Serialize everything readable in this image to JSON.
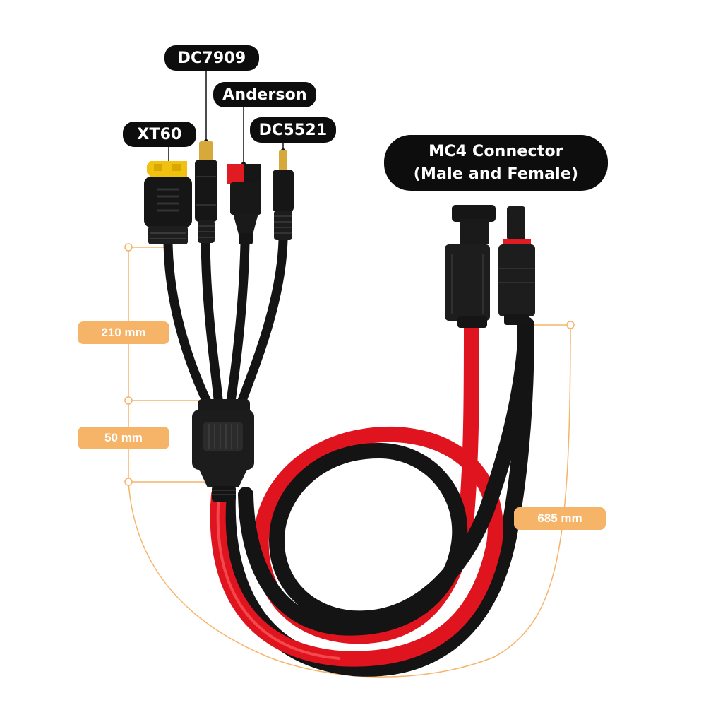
{
  "labels": {
    "xt60": "XT60",
    "dc7909": "DC7909",
    "anderson": "Anderson",
    "dc5521": "DC5521",
    "mc4_line1": "MC4 Connector",
    "mc4_line2": "(Male and Female)"
  },
  "dimensions": {
    "d210": "210 mm",
    "d50": "50 mm",
    "d685": "685 mm"
  },
  "colors": {
    "cable_black": "#141414",
    "cable_red": "#e0141e",
    "accent_orange": "#f5b468",
    "xt60_yellow": "#f2c00f",
    "anderson_red": "#e11b22",
    "label_bg": "#0d0d0d"
  }
}
